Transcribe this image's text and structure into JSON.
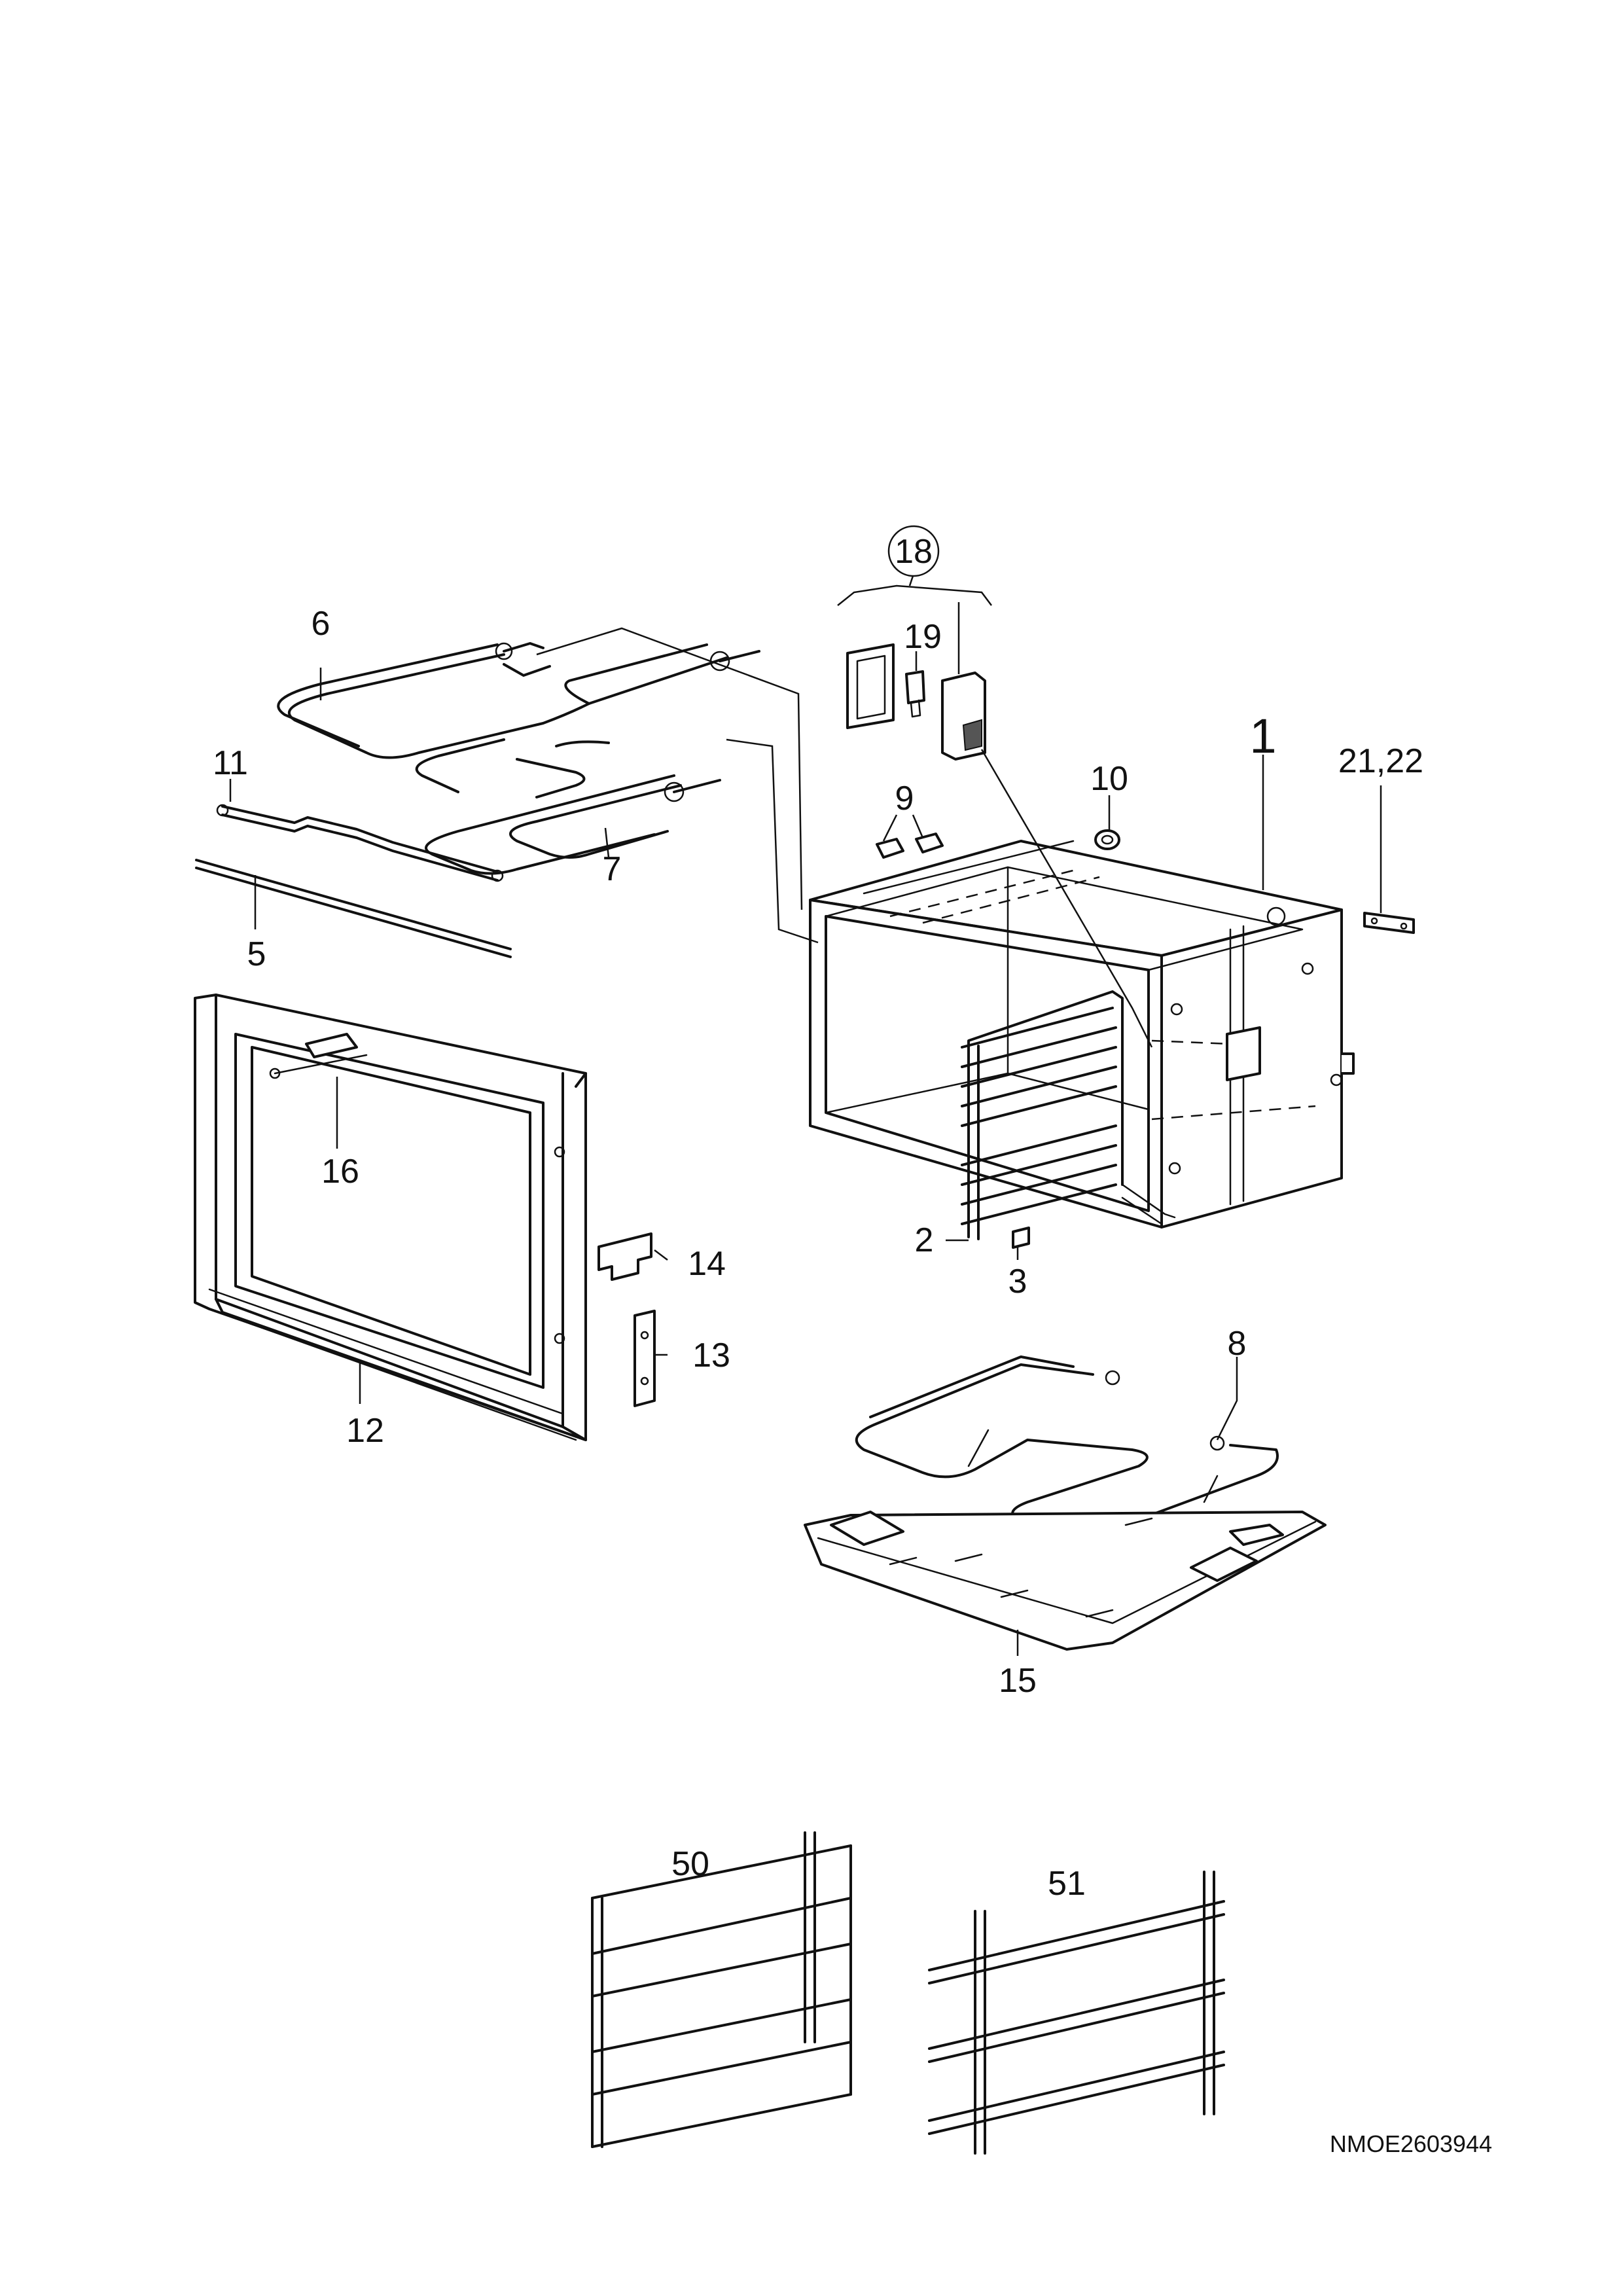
{
  "labels": {
    "p1": "1",
    "p2": "2",
    "p3": "3",
    "p5": "5",
    "p6": "6",
    "p7": "7",
    "p8": "8",
    "p9": "9",
    "p10": "10",
    "p11": "11",
    "p12": "12",
    "p13": "13",
    "p14": "14",
    "p15": "15",
    "p16": "16",
    "p18": "18",
    "p19": "19",
    "p21_22": "21,22",
    "p50": "50",
    "p51": "51"
  },
  "drawing_code": "NMOE2603944"
}
